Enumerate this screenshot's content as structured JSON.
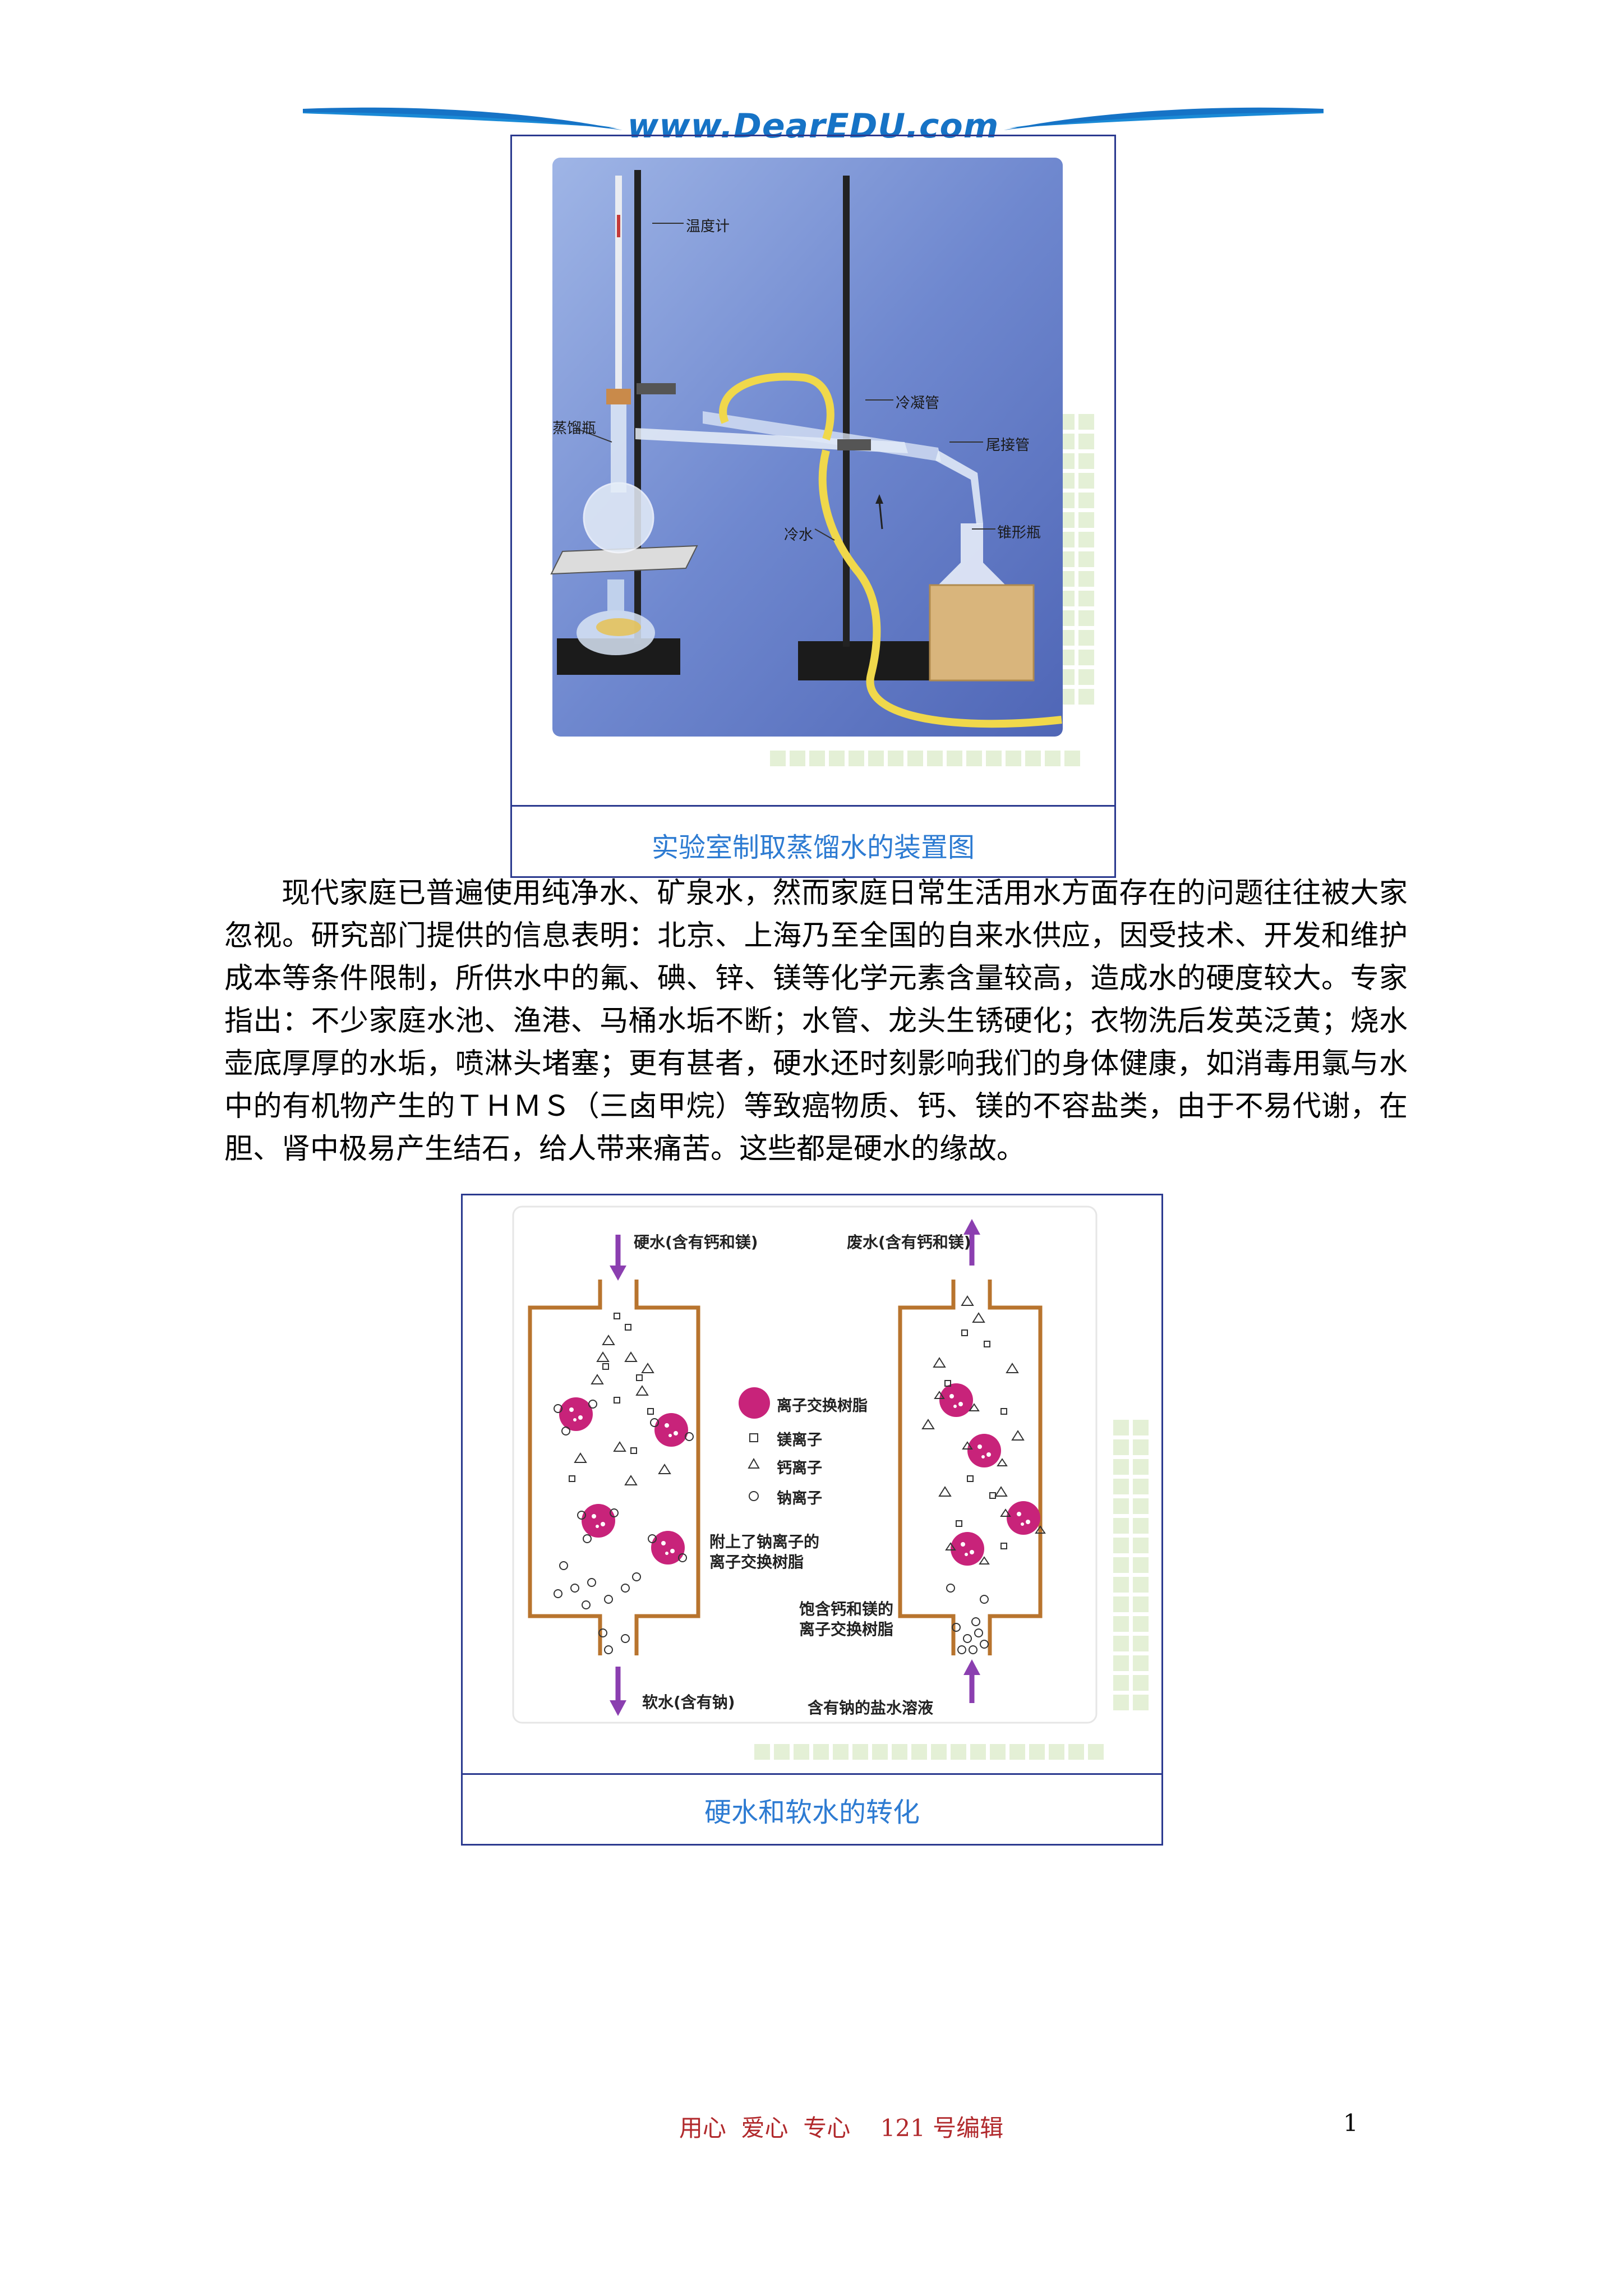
{
  "header": {
    "site_title": "www.DearEDU.com",
    "banner_color": "#1673c6"
  },
  "figure1": {
    "caption": "实验室制取蒸馏水的装置图",
    "labels": {
      "thermometer": "温度计",
      "distilling_flask": "蒸馏瓶",
      "condenser": "冷凝管",
      "adapter": "尾接管",
      "cold_water": "冷水",
      "conical_flask": "锥形瓶"
    }
  },
  "body": {
    "paragraph": "现代家庭已普遍使用纯净水、矿泉水，然而家庭日常生活用水方面存在的问题往往被大家忽视。研究部门提供的信息表明：北京、上海乃至全国的自来水供应，因受技术、开发和维护成本等条件限制，所供水中的氟、碘、锌、镁等化学元素含量较高，造成水的硬度较大。专家指出：不少家庭水池、渔港、马桶水垢不断；水管、龙头生锈硬化；衣物洗后发英泛黄；烧水壶底厚厚的水垢，喷淋头堵塞；更有甚者，硬水还时刻影响我们的身体健康，如消毒用氯与水中的有机物产生的ＴＨＭＳ（三卤甲烷）等致癌物质、钙、镁的不容盐类，由于不易代谢，在胆、肾中极易产生结石，给人带来痛苦。这些都是硬水的缘故。"
  },
  "figure2": {
    "caption": "硬水和软水的转化",
    "labels": {
      "hard_water_in": "硬水(含有钙和镁)",
      "waste_water_out": "废水(含有钙和镁)",
      "soft_water_out": "软水(含有钠)",
      "brine_in": "含有钠的盐水溶液",
      "resin_with_sodium": "附上了钠离子的\n离子交换树脂",
      "resin_saturated": "饱含钙和镁的\n离子交换树脂"
    },
    "legend": [
      {
        "symbol": "resin-circle",
        "text": "离子交换树脂"
      },
      {
        "symbol": "square",
        "text": "镁离子"
      },
      {
        "symbol": "triangle",
        "text": "钙离子"
      },
      {
        "symbol": "ring",
        "text": "钠离子"
      }
    ],
    "colors": {
      "resin": "#c8237a",
      "arrow": "#8b3fb0",
      "tube": "#b8742e"
    }
  },
  "footer": {
    "text": "用心  爱心  专心    121 号编辑",
    "page_number": "1"
  }
}
